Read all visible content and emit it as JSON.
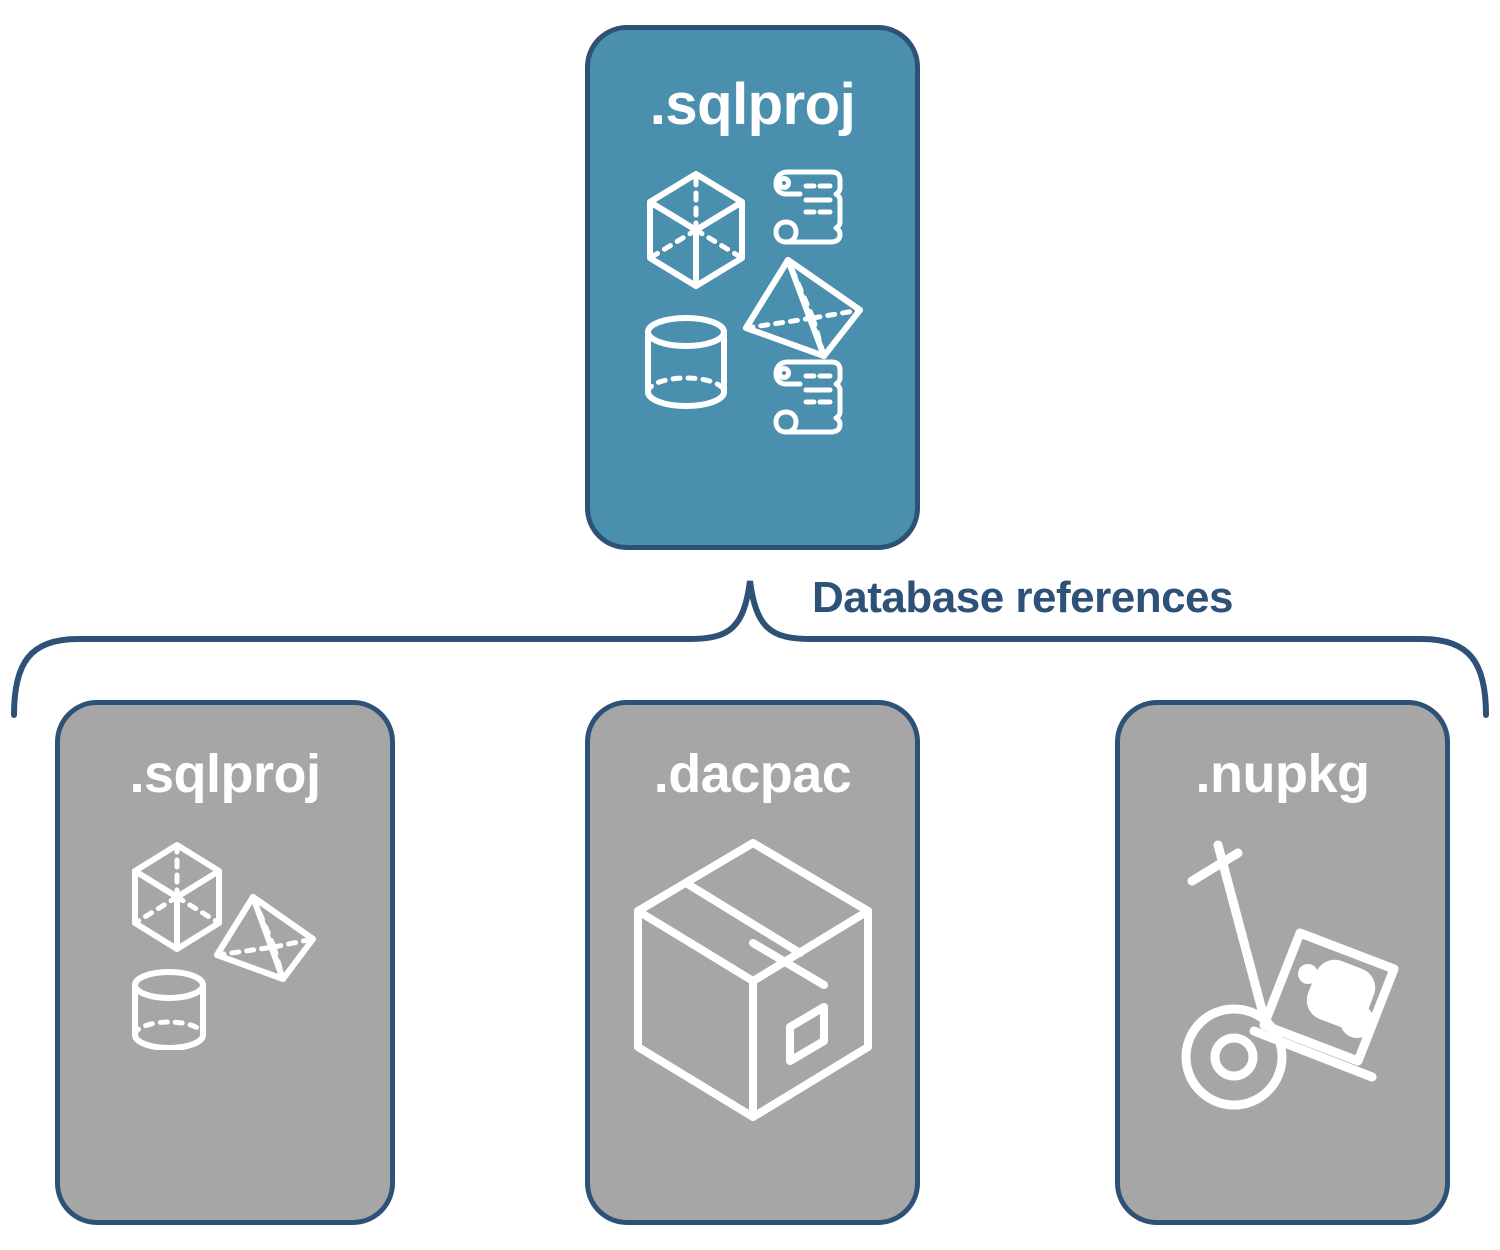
{
  "diagram": {
    "title_node": {
      "label": ".sqlproj",
      "fill": "#4A8FAD",
      "stroke": "#2E5277",
      "icons": [
        "cube-wireframe-icon",
        "pyramid-wireframe-icon",
        "cylinder-wireframe-icon",
        "scroll-script-icon",
        "scroll-script-icon"
      ]
    },
    "connector": {
      "label": "Database references",
      "color": "#2E5277",
      "style": "curly-brace"
    },
    "children": [
      {
        "label": ".sqlproj",
        "fill": "#A6A6A6",
        "stroke": "#2E5277",
        "icons": [
          "cube-wireframe-icon",
          "pyramid-wireframe-icon",
          "cylinder-wireframe-icon"
        ]
      },
      {
        "label": ".dacpac",
        "fill": "#A6A6A6",
        "stroke": "#2E5277",
        "icons": [
          "shipping-box-icon"
        ]
      },
      {
        "label": ".nupkg",
        "fill": "#A6A6A6",
        "stroke": "#2E5277",
        "icons": [
          "hand-truck-package-icon"
        ]
      }
    ]
  }
}
